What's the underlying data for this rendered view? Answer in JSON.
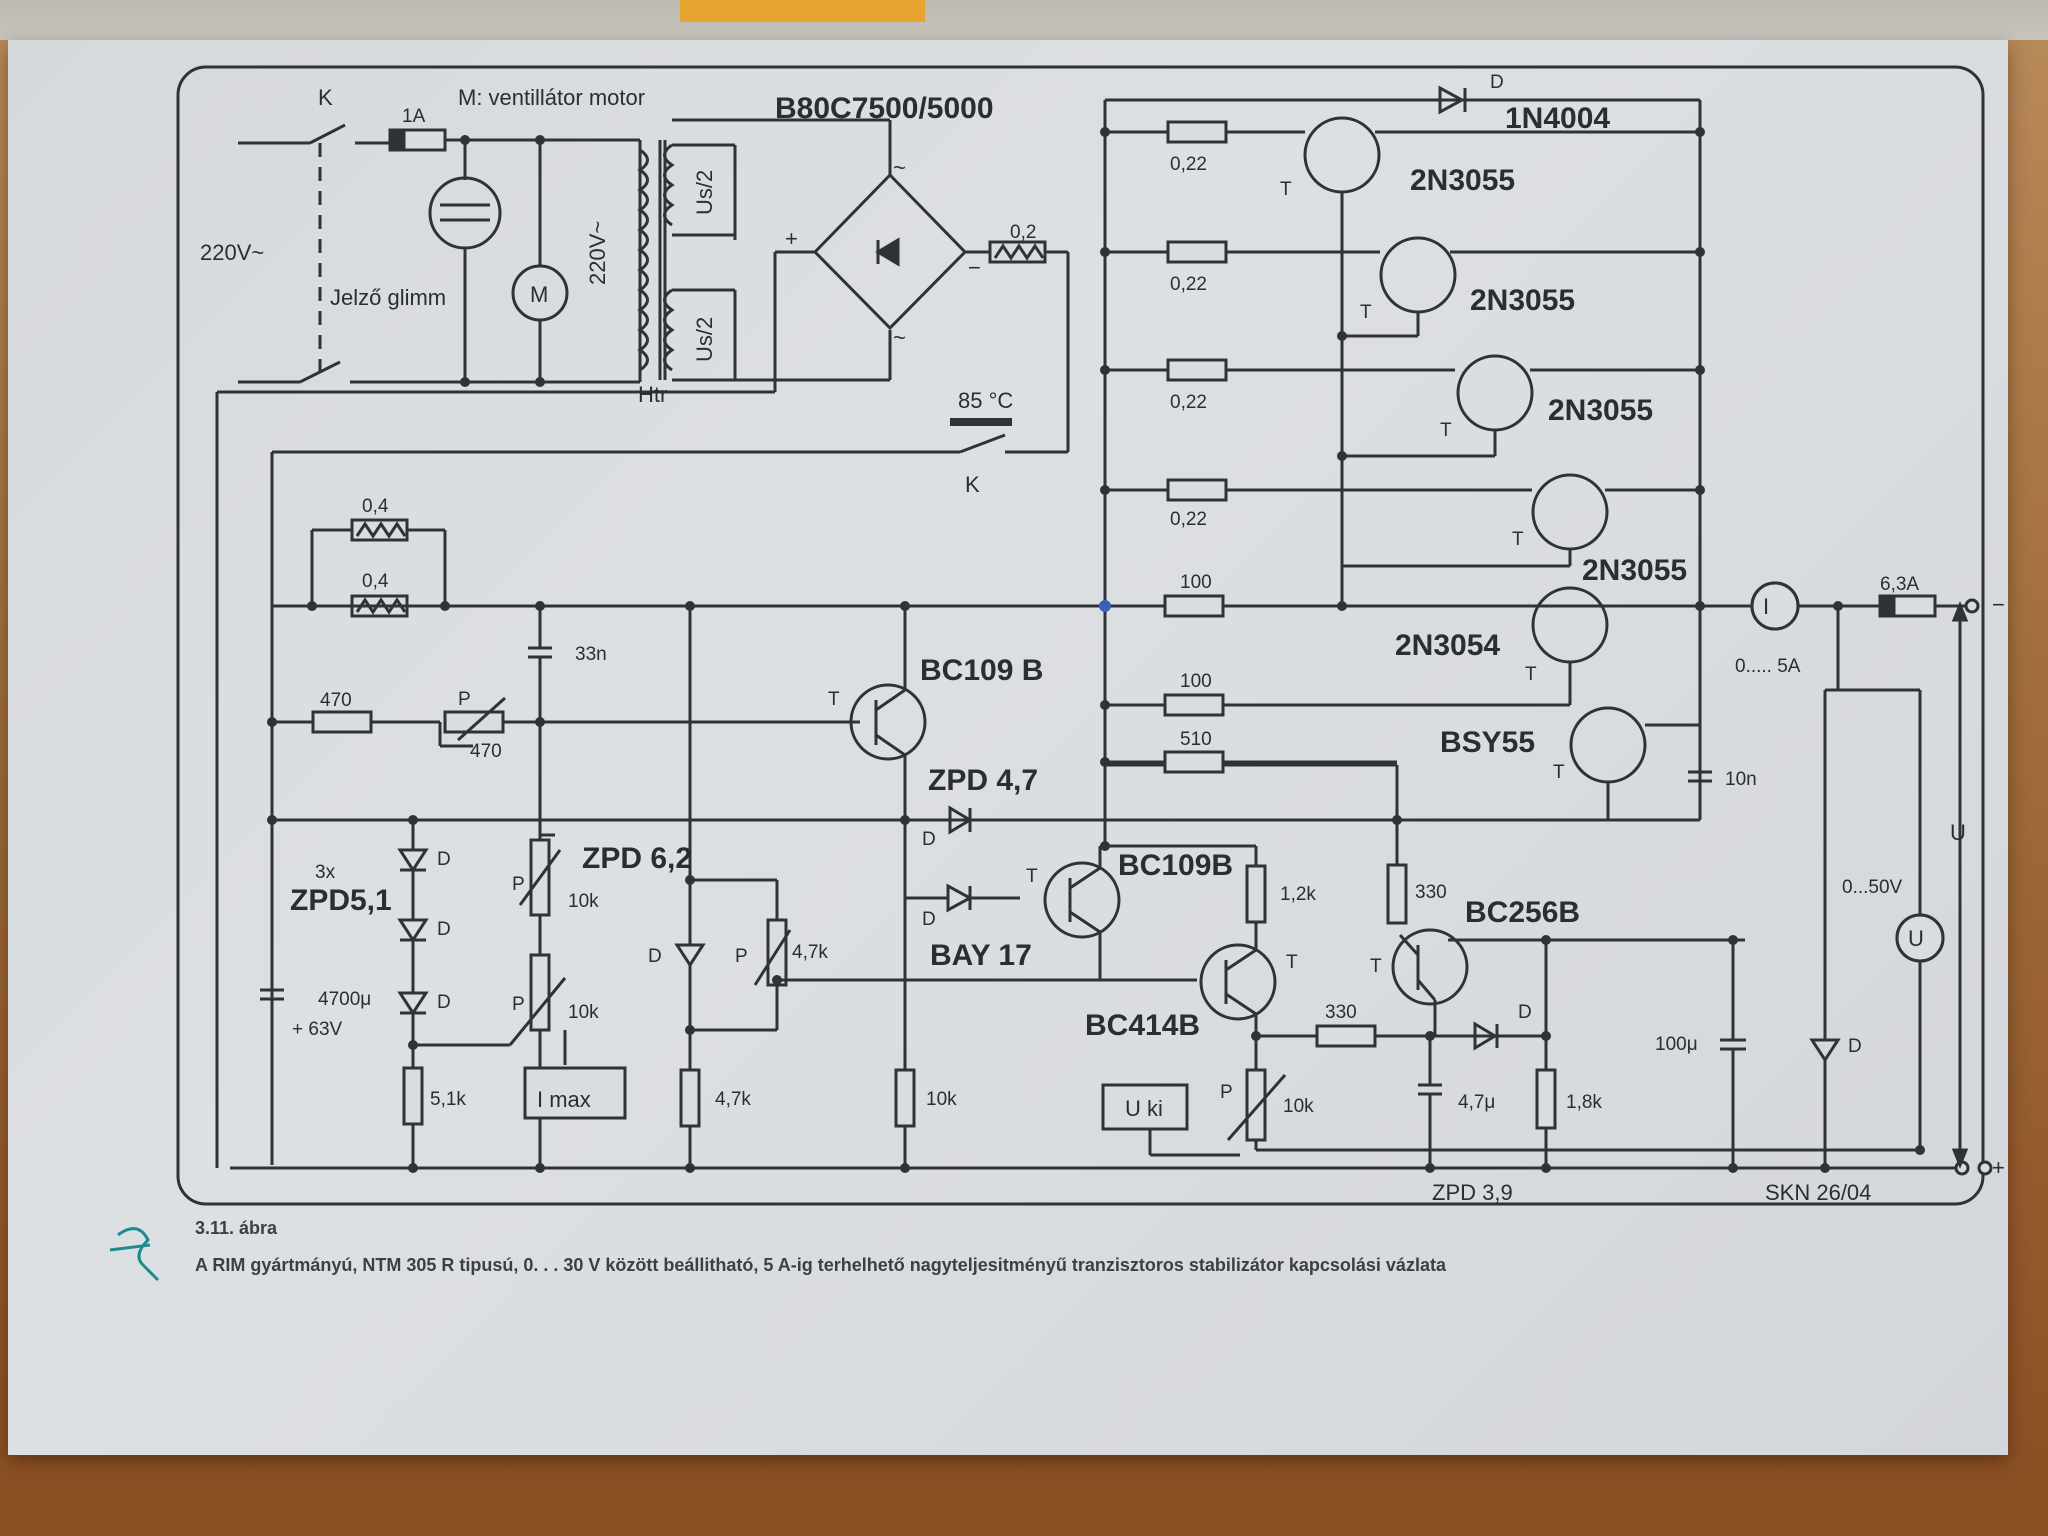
{
  "caption": {
    "figure": "3.11. ábra",
    "text": "A RIM gyártmányú, NTM 305 R tipusú, 0. . . 30 V között beállitható, 5 A-ig terhelhető nagyteljesitményű tranzisztoros stabilizátor kapcsolási vázlata"
  },
  "schematic": {
    "mains": "220V~",
    "switch": "K",
    "fuse_in": "1A",
    "motor_note": "M: ventillátor motor",
    "glimm": "Jelző glimm",
    "motor": "M",
    "primary": "220V~",
    "sec1": "Us/2",
    "sec2": "Us/2",
    "transformer": "Htr",
    "bridge": "B80C7500/5000",
    "plus": "+",
    "minus": "−",
    "tilde": "~",
    "r_bridge": "0,2",
    "thermo": "85 °C",
    "k2": "K",
    "r04a": "0,4",
    "r04b": "0,4",
    "c33n": "33n",
    "r470": "470",
    "p5": "P",
    "p5val": "470",
    "t1": "T",
    "t1type": "BC109 B",
    "zpd47": "ZPD 4,7",
    "d5": "D",
    "d6": "D",
    "bay17": "BAY 17",
    "zpd62": "ZPD 6,2",
    "p4": "P",
    "p4val": "10k",
    "p3": "P",
    "p3val": "10k",
    "imax": "I max",
    "d123count": "3x",
    "zpd51": "ZPD5,1",
    "d1": "D",
    "d2": "D",
    "d3": "D",
    "c4700": "4700μ",
    "c63v": "+ 63V",
    "r51k": "5,1k",
    "d4": "D",
    "p1": "P",
    "p1val": "4,7k",
    "r47k": "4,7k",
    "r10k": "10k",
    "t2": "T",
    "t2type": "BC109B",
    "t3": "T",
    "t3type": "BC414B",
    "r12k": "1,2k",
    "r330a": "330",
    "r330b": "330",
    "t4": "T",
    "t4type": "BC256B",
    "d7": "D",
    "c47u": "4,7μ",
    "r18k": "1,8k",
    "zpd39": "ZPD 3,9",
    "p2": "P",
    "p2val": "10k",
    "uki": "U ki",
    "r022": [
      "0,22",
      "0,22",
      "0,22",
      "0,22"
    ],
    "d8": "D",
    "d8type": "1N4004",
    "t6": "T",
    "t7": "T",
    "t8": "T",
    "t9": "T",
    "t10": "T",
    "t5": "T",
    "n3055": [
      "2N3055",
      "2N3055",
      "2N3055",
      "2N3055"
    ],
    "n3054": "2N3054",
    "bsy55": "BSY55",
    "r100a": "100",
    "r100b": "100",
    "r510": "510",
    "c10n": "10n",
    "ammeter": "I",
    "amp_range": "0..... 5A",
    "fuse_out": "6,3A",
    "uki_label": "U",
    "volt_range": "0...50V",
    "voltmeter": "U",
    "c100u": "100μ",
    "d9": "D",
    "skn": "SKN 26/04",
    "out_minus": "−",
    "out_plus": "+"
  }
}
